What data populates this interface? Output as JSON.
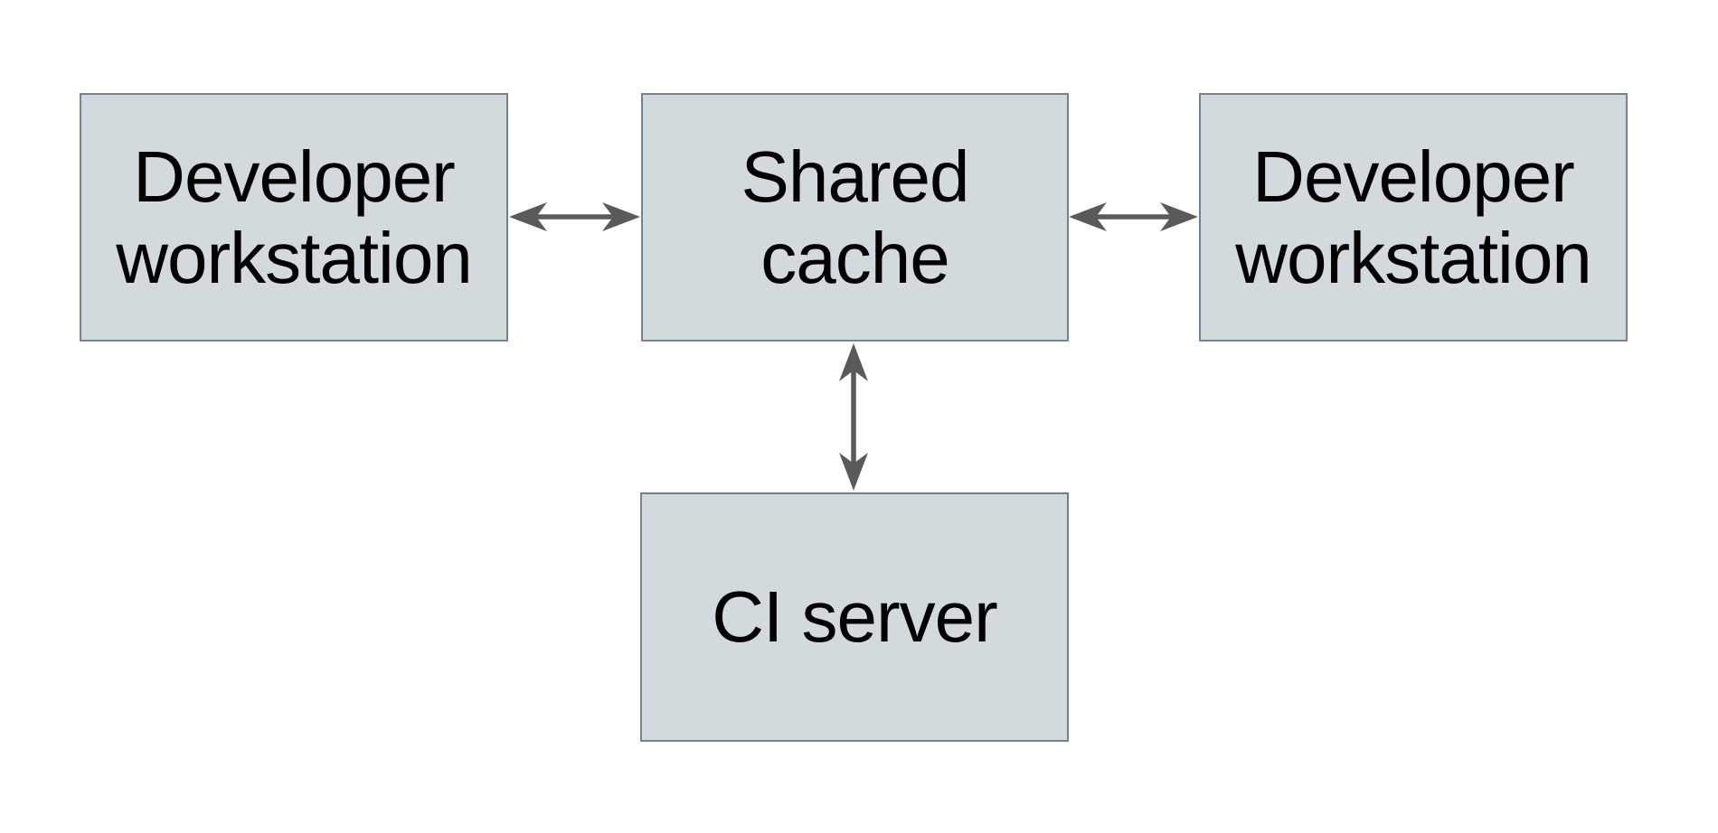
{
  "diagram": {
    "type": "architecture-diagram",
    "description": "Shared cache topology: two developer workstations and a CI server connected bidirectionally to a shared cache",
    "nodes": {
      "dev_left": {
        "line1": "Developer",
        "line2": "workstation"
      },
      "shared_cache": {
        "line1": "Shared",
        "line2": "cache"
      },
      "dev_right": {
        "line1": "Developer",
        "line2": "workstation"
      },
      "ci_server": {
        "line1": "CI server"
      }
    },
    "edges": [
      {
        "from": "Developer workstation (left)",
        "to": "Shared cache",
        "style": "double-headed-arrow"
      },
      {
        "from": "Shared cache",
        "to": "Developer workstation (right)",
        "style": "double-headed-arrow"
      },
      {
        "from": "Shared cache",
        "to": "CI server",
        "style": "double-headed-arrow"
      }
    ],
    "colors": {
      "background": "#ffffff",
      "node_fill": "#d3dade",
      "node_border": "#6e8494",
      "arrow": "#595a5c",
      "text": "#000000"
    }
  }
}
